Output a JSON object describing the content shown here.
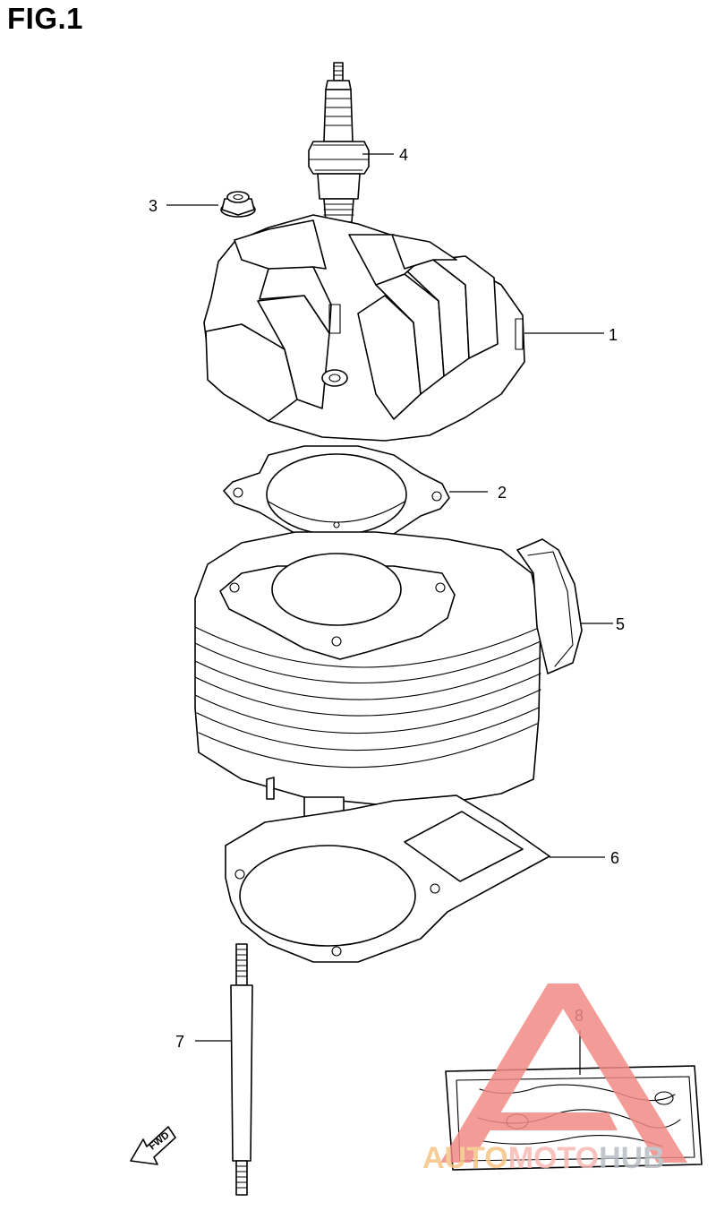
{
  "figure": {
    "title": "FIG.1",
    "direction_label": "FWD"
  },
  "callouts": [
    {
      "number": "1",
      "part": "cylinder-head"
    },
    {
      "number": "2",
      "part": "head-gasket"
    },
    {
      "number": "3",
      "part": "nut"
    },
    {
      "number": "4",
      "part": "spark-plug"
    },
    {
      "number": "5",
      "part": "cylinder"
    },
    {
      "number": "6",
      "part": "cylinder-base-gasket"
    },
    {
      "number": "7",
      "part": "stud-bolt"
    },
    {
      "number": "8",
      "part": "gasket-set"
    }
  ],
  "watermark": {
    "text": "AUTOMOTOHUB",
    "colors": {
      "triangle": "#f08a85",
      "auto": "#f6c585",
      "moto": "#f7b8b3",
      "hub": "#b9bdc2"
    }
  }
}
